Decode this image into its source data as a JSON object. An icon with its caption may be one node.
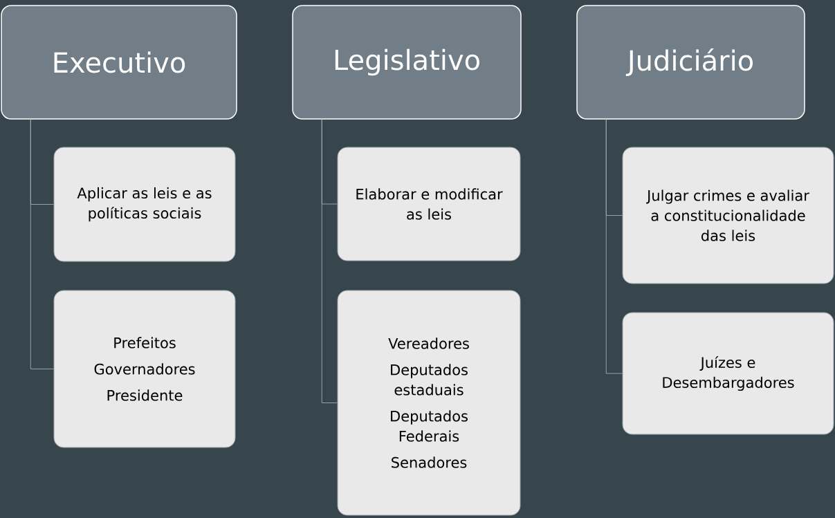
{
  "diagram": {
    "nodes": [
      {
        "text": [
          "Executivo"
        ]
      },
      {
        "text": [
          "Aplicar as leis e as políticas sociais"
        ]
      },
      {
        "text": [
          "Prefeitos",
          "Governadores",
          "Presidente"
        ]
      },
      {
        "text": [
          "Legislativo"
        ]
      },
      {
        "text": [
          "Elaborar e modificar as leis"
        ]
      },
      {
        "text": [
          "Vereadores",
          "Deputados estaduais",
          "Deputados Federais",
          "Senadores"
        ]
      },
      {
        "text": [
          "Judiciário"
        ]
      },
      {
        "text": [
          "Julgar crimes e avaliar a constitucionalidade das leis"
        ]
      },
      {
        "text": [
          "Juízes e Desembargadores"
        ]
      }
    ],
    "edges": [
      {
        "from": 0,
        "to": 1,
        "arrow": "none"
      },
      {
        "from": 0,
        "to": 2,
        "arrow": "none"
      },
      {
        "from": 3,
        "to": 4,
        "arrow": "none"
      },
      {
        "from": 3,
        "to": 5,
        "arrow": "none"
      },
      {
        "from": 6,
        "to": 7,
        "arrow": "none"
      },
      {
        "from": 6,
        "to": 8,
        "arrow": "none"
      }
    ]
  }
}
